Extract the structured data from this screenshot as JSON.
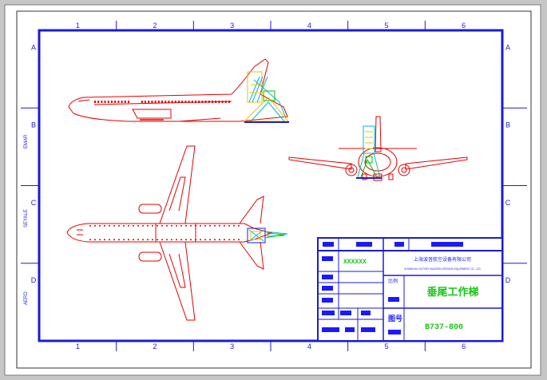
{
  "grid": {
    "columns": [
      "1",
      "2",
      "3",
      "4",
      "5",
      "6"
    ],
    "rows": [
      "A",
      "B",
      "C",
      "D"
    ]
  },
  "side_labels": {
    "left_1": "EMAR",
    "left_2": "SEYALE",
    "left_3": "AERD"
  },
  "title_block": {
    "header": [
      "",
      "",
      ""
    ],
    "company_cn": "上海波音航空设备有限公司",
    "company_en": "SHANGHAI VICTORY AVIATION GROUND EQUIPMENT CO., LTD",
    "product_name": "垂尾工作梯",
    "drawing_no_label": "图号",
    "drawing_no": "B737-800",
    "scale_label": "比例",
    "status_text": "XXXXXX",
    "row_labels": [
      "",
      "",
      "",
      ""
    ],
    "bottom_labels": [
      "",
      "",
      "",
      ""
    ]
  },
  "colors": {
    "outer_frame": "#1b1bd6",
    "aircraft": "#e60000",
    "stair_cyan": "#00b7d6",
    "stair_yellow": "#f2c200",
    "stair_green": "#00c000",
    "title_green": "#17c417",
    "title_blue": "#1a1aff"
  }
}
